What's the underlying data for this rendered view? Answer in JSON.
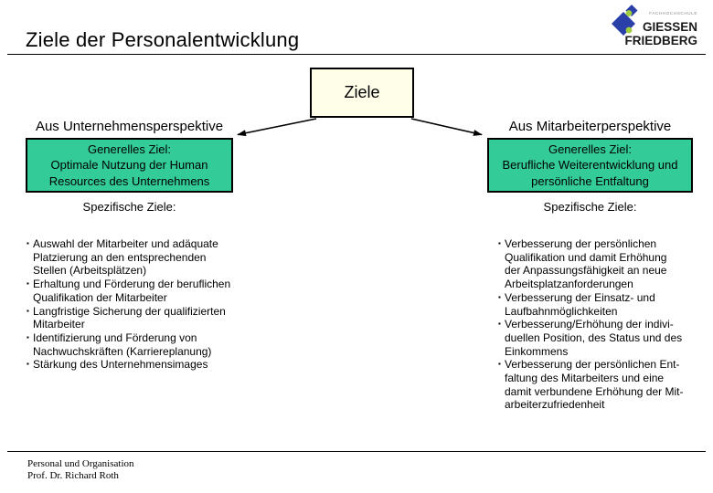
{
  "slide": {
    "title": "Ziele der Personalentwicklung",
    "logo": {
      "institution": "FACHHOCHSCHULE",
      "line1": "GIESSEN",
      "line2": "FRIEDBERG"
    },
    "diagram": {
      "root_label": "Ziele",
      "left": {
        "heading": "Aus Unternehmensperspektive",
        "general_goal": "Generelles Ziel:\nOptimale Nutzung der Human\nResources des Unternehmens",
        "specific_label": "Spezifische Ziele:",
        "bullets": [
          "Auswahl der Mitarbeiter und adäquate\nPlatzierung an den entsprechenden\nStellen (Arbeitsplätzen)",
          "Erhaltung und Förderung der beruflichen\nQualifikation der Mitarbeiter",
          "Langfristige Sicherung der qualifizierten\nMitarbeiter",
          "Identifizierung und Förderung von\nNachwuchskräften (Karriereplanung)",
          "Stärkung des Unternehmensimages"
        ]
      },
      "right": {
        "heading": "Aus Mitarbeiterperspektive",
        "general_goal": "Generelles Ziel:\nBerufliche Weiterentwicklung und\npersönliche Entfaltung",
        "specific_label": "Spezifische Ziele:",
        "bullets": [
          "Verbesserung der persönlichen\nQualifikation und damit Erhöhung\nder Anpassungsfähigkeit an neue\nArbeitsplatzanforderungen",
          "Verbesserung der Einsatz- und\nLaufbahnmöglichkeiten",
          "Verbesserung/Erhöhung der indivi-\nduellen Position, des Status und des\nEinkommens",
          "Verbesserung der persönlichen Ent-\nfaltung des Mitarbeiters und eine\ndamit verbundene Erhöhung der Mit-\narbeiterzufriedenheit"
        ]
      }
    },
    "footer": {
      "line1": "Personal und Organisation",
      "line2": "Prof. Dr. Richard Roth"
    },
    "bullet_char": "▪",
    "colors": {
      "goal_box_fill": "#33CC99",
      "root_box_fill": "#FFFFE9",
      "logo_blue": "#2B3FA8",
      "logo_green": "#A0CE3C",
      "logo_text": "#1a1a1a"
    }
  }
}
